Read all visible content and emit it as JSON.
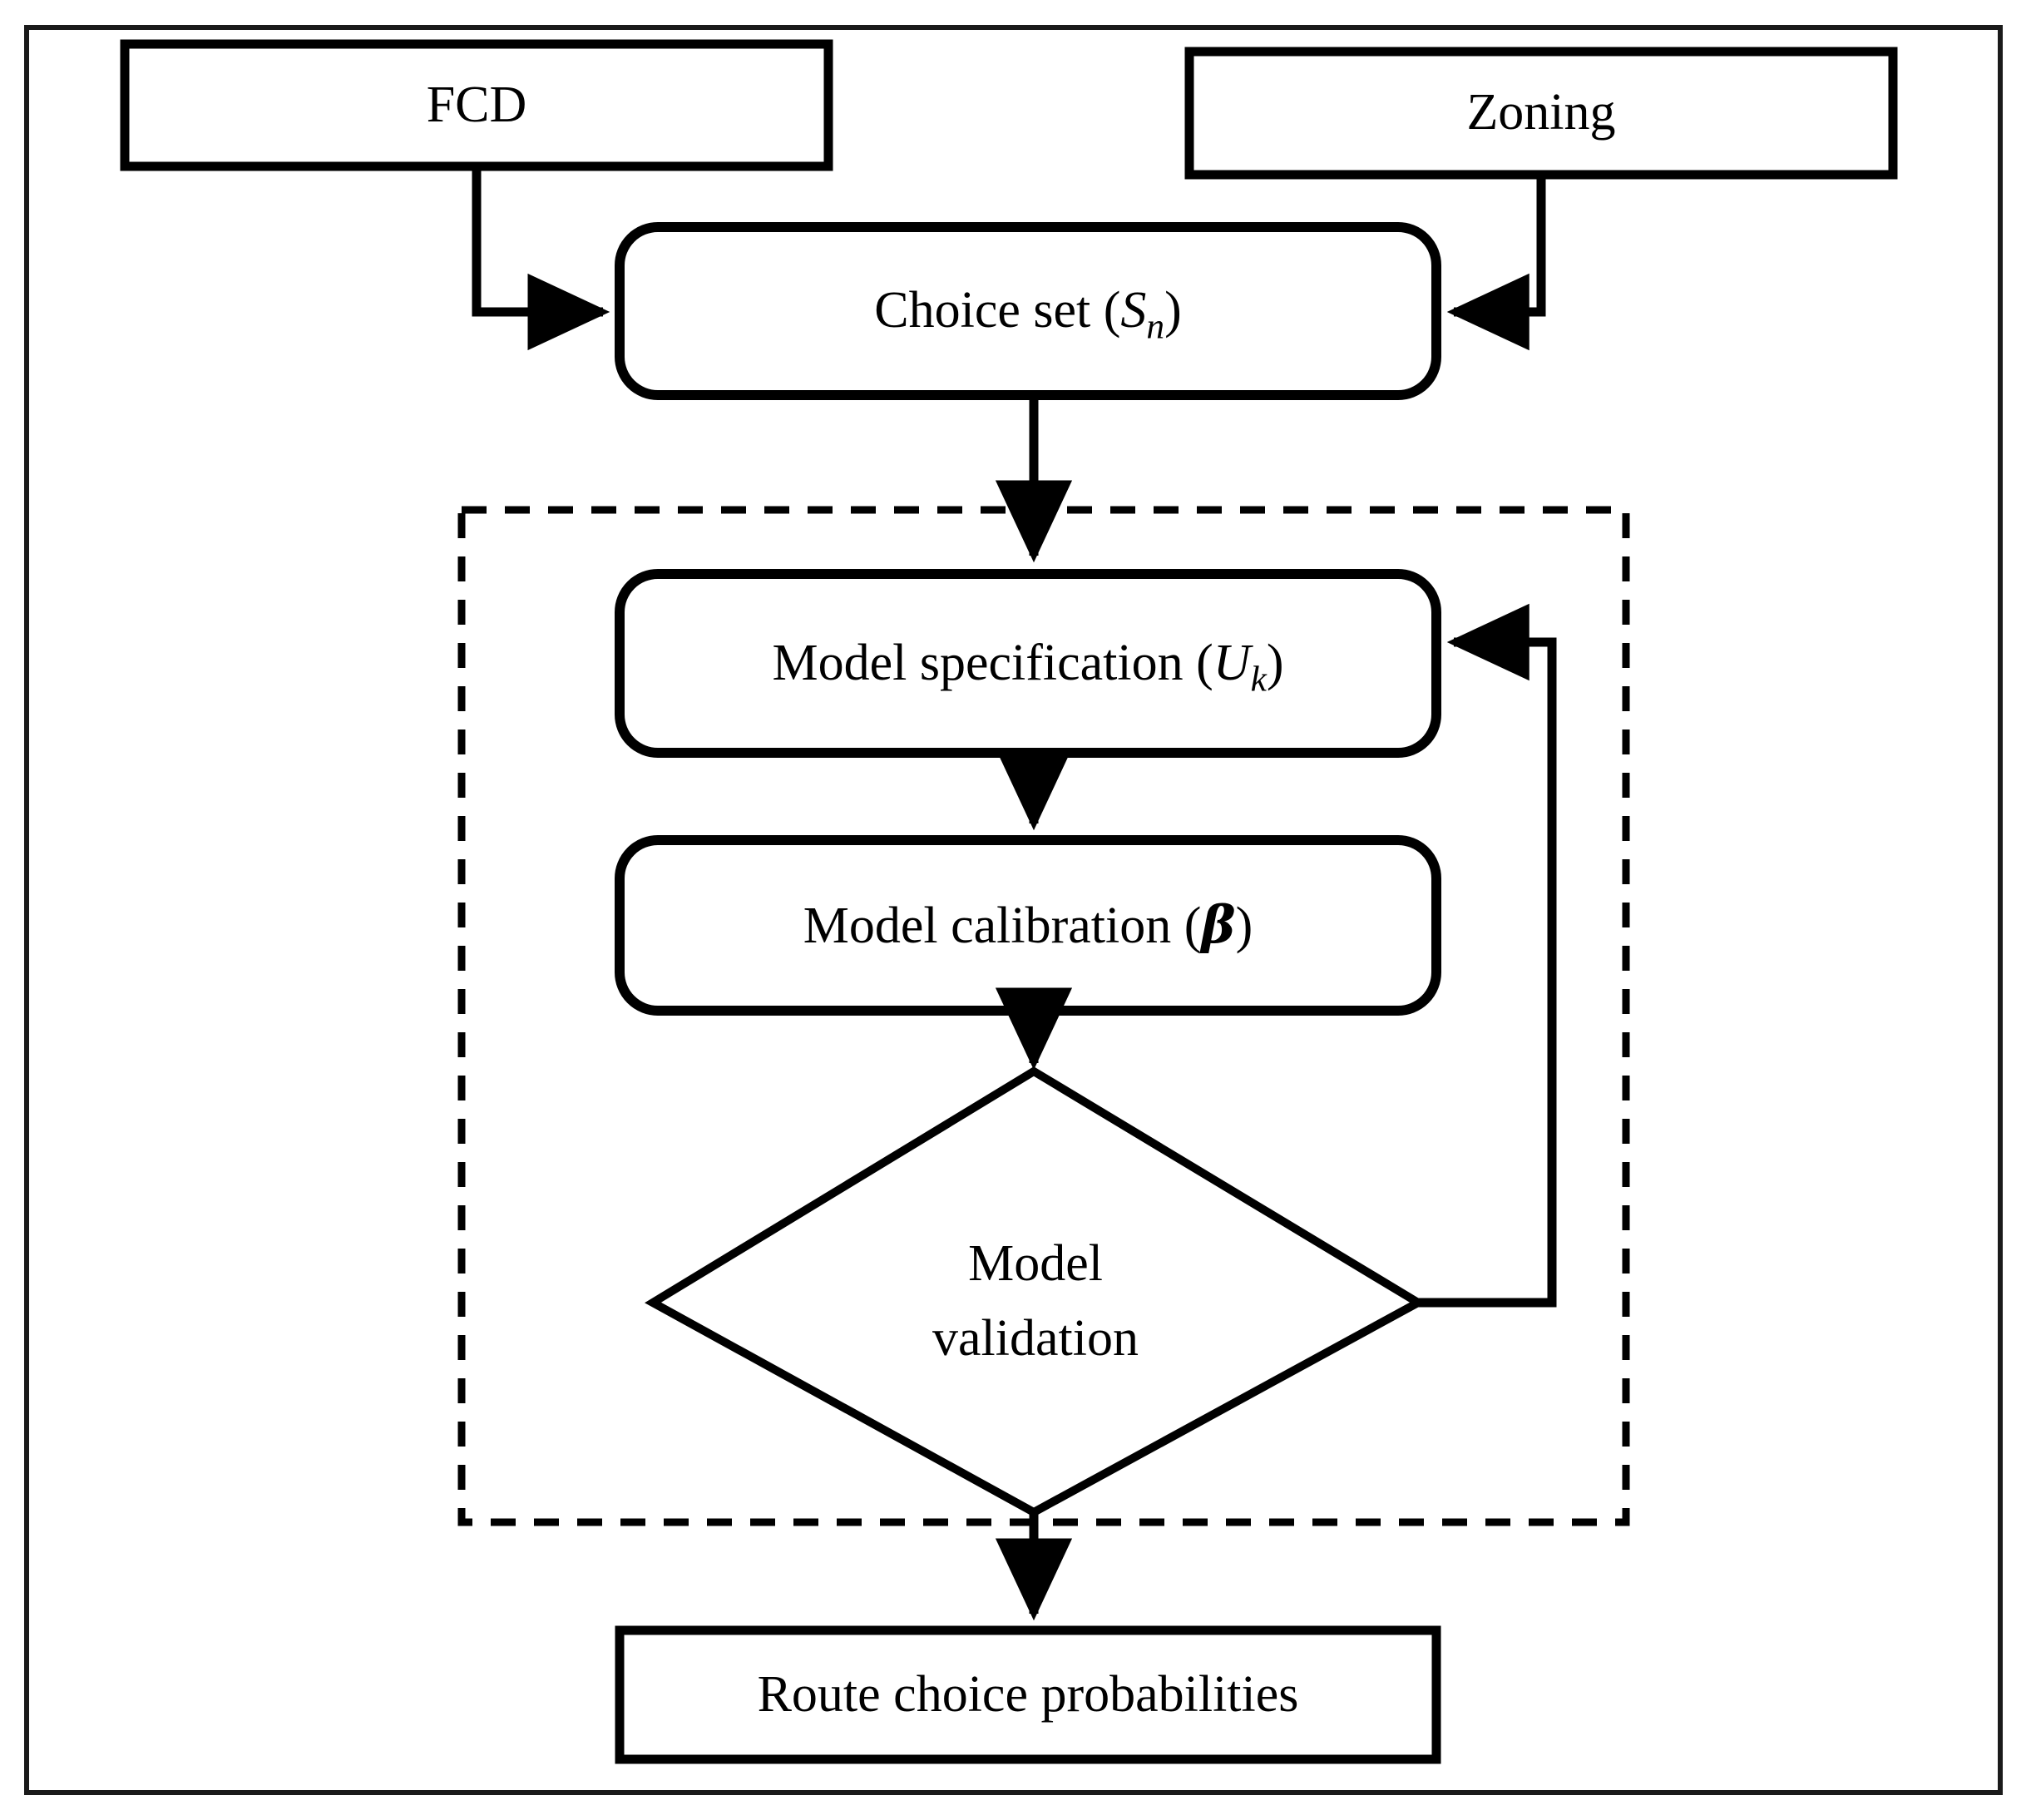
{
  "diagram": {
    "title": "Route choice model estimation flowchart",
    "colors": {
      "stroke": "#000000",
      "fill": "#ffffff",
      "frame": "#1a1a1a"
    },
    "nodes": {
      "fcd": {
        "label": "FCD",
        "shape": "rectangle"
      },
      "zoning": {
        "label": "Zoning",
        "shape": "rectangle"
      },
      "choice_set": {
        "label_prefix": "Choice set (",
        "label_var": "S",
        "label_sub": "n",
        "label_suffix": ")",
        "label_plain": "Choice set (Sn)",
        "shape": "rounded-rectangle"
      },
      "model_specification": {
        "label_prefix": "Model specification (",
        "label_var": "U",
        "label_sub": "k",
        "label_suffix": ")",
        "label_plain": "Model specification (Uk)",
        "shape": "rounded-rectangle"
      },
      "model_calibration": {
        "label_prefix": "Model calibration (",
        "label_var": "β",
        "label_suffix": ")",
        "label_plain": "Model calibration (β)",
        "shape": "rounded-rectangle"
      },
      "model_validation": {
        "label_line1": "Model",
        "label_line2": "validation",
        "label_plain": "Model validation",
        "shape": "diamond"
      },
      "route_choice_probabilities": {
        "label": "Route choice probabilities",
        "shape": "rectangle"
      }
    },
    "groups": {
      "estimation_loop": {
        "label": "",
        "style": "dashed-border"
      }
    },
    "edges": [
      {
        "from": "fcd",
        "to": "choice_set",
        "style": "elbow-right-arrow"
      },
      {
        "from": "zoning",
        "to": "choice_set",
        "style": "elbow-left-arrow"
      },
      {
        "from": "choice_set",
        "to": "model_specification",
        "style": "straight-down-arrow"
      },
      {
        "from": "model_specification",
        "to": "model_calibration",
        "style": "straight-down-arrow"
      },
      {
        "from": "model_calibration",
        "to": "model_validation",
        "style": "straight-down-arrow"
      },
      {
        "from": "model_validation",
        "to": "model_specification",
        "style": "feedback-loop-arrow"
      },
      {
        "from": "model_validation",
        "to": "route_choice_probabilities",
        "style": "straight-down-arrow"
      }
    ]
  }
}
